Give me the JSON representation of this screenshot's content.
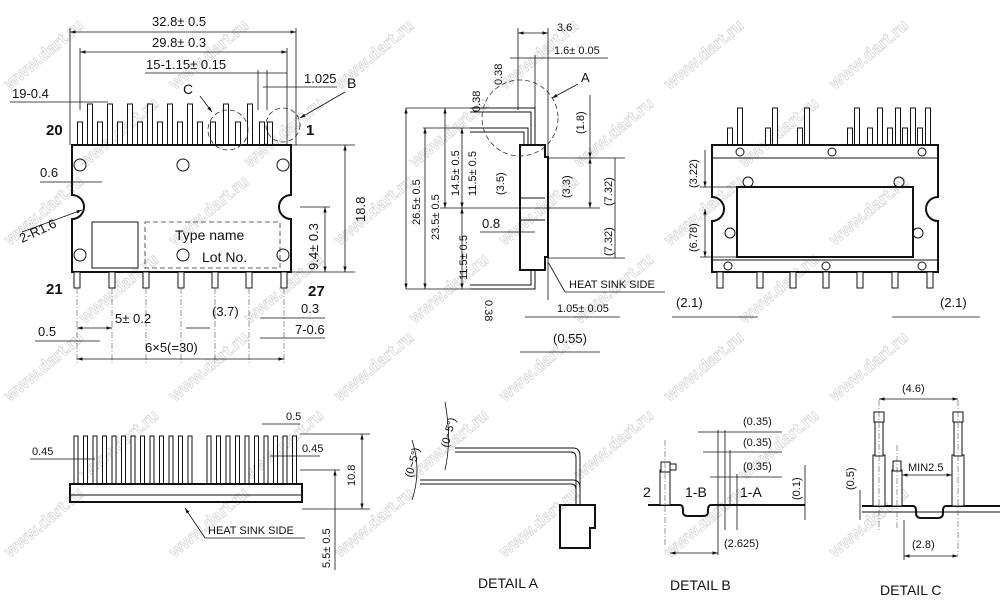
{
  "watermark": "www.dart.ru",
  "front_view": {
    "dim_overall_width": "32.8± 0.5",
    "dim_lead_span": "29.8± 0.3",
    "dim_pitch_top": "15-1.15± 0.15",
    "dim_offset": "1.025",
    "dim_lead_width_top": "19-0.4",
    "detail_c_ref": "C",
    "detail_b_ref": "B",
    "pin_20": "20",
    "pin_1": "1",
    "pin_21": "21",
    "pin_27": "27",
    "dim_edge": "0.6",
    "dim_radius": "2-R1.6",
    "dim_height": "18.8",
    "dim_notch_height": "9.4± 0.3",
    "marking_type": "Type name",
    "marking_lot": "Lot No.",
    "dim_pitch_bottom": "5± 0.2",
    "dim_3_7": "(3.7)",
    "dim_0_3": "0.3",
    "dim_0_5": "0.5",
    "dim_lead_width_bottom": "7-0.6",
    "dim_total_pitch": "6×5(=30)"
  },
  "side_view": {
    "dim_3_6": "3.6",
    "dim_1_6": "1.6± 0.05",
    "dim_0_38_a": "0.38",
    "dim_0_38_b": "0.38",
    "detail_a_ref": "A",
    "dim_1_8": "(1.8)",
    "dim_26_5": "26.5± 0.5",
    "dim_23_5": "23.5± 0.5",
    "dim_14_5": "14.5± 0.5",
    "dim_11_5_top": "11.5± 0.5",
    "dim_3_5": "(3.5)",
    "dim_3_3": "(3.3)",
    "dim_7_32_top": "(7.32)",
    "dim_0_8": "0.8",
    "dim_11_5_bottom": "11.5± 0.5",
    "dim_7_32_bottom": "(7.32)",
    "heat_sink_label": "HEAT SINK SIDE",
    "dim_1_05": "1.05± 0.05",
    "dim_0_38_c": "0.38",
    "dim_0_55": "(0.55)"
  },
  "back_view": {
    "dim_3_22": "(3.22)",
    "dim_6_78": "(6.78)",
    "dim_2_1_left": "(2.1)",
    "dim_2_1_right": "(2.1)"
  },
  "bottom_view": {
    "dim_0_45_left": "0.45",
    "dim_0_5": "0.5",
    "dim_0_45_right": "0.45",
    "dim_10_8": "10.8",
    "dim_5_5": "5.5± 0.5",
    "heat_sink_label": "HEAT SINK SIDE"
  },
  "detail_a": {
    "angle_1": "(0~5°)",
    "angle_2": "(0~5°)",
    "title": "DETAIL A"
  },
  "detail_b": {
    "dim_0_35_1": "(0.35)",
    "dim_0_35_2": "(0.35)",
    "dim_0_35_3": "(0.35)",
    "pin_2": "2",
    "pin_1b": "1-B",
    "pin_1a": "1-A",
    "dim_0_1": "(0.1)",
    "dim_2_625": "(2.625)",
    "title": "DETAIL B"
  },
  "detail_c": {
    "dim_4_6": "(4.6)",
    "dim_min": "MIN2.5",
    "dim_0_5": "(0.5)",
    "dim_2_8": "(2.8)",
    "title": "DETAIL C"
  }
}
